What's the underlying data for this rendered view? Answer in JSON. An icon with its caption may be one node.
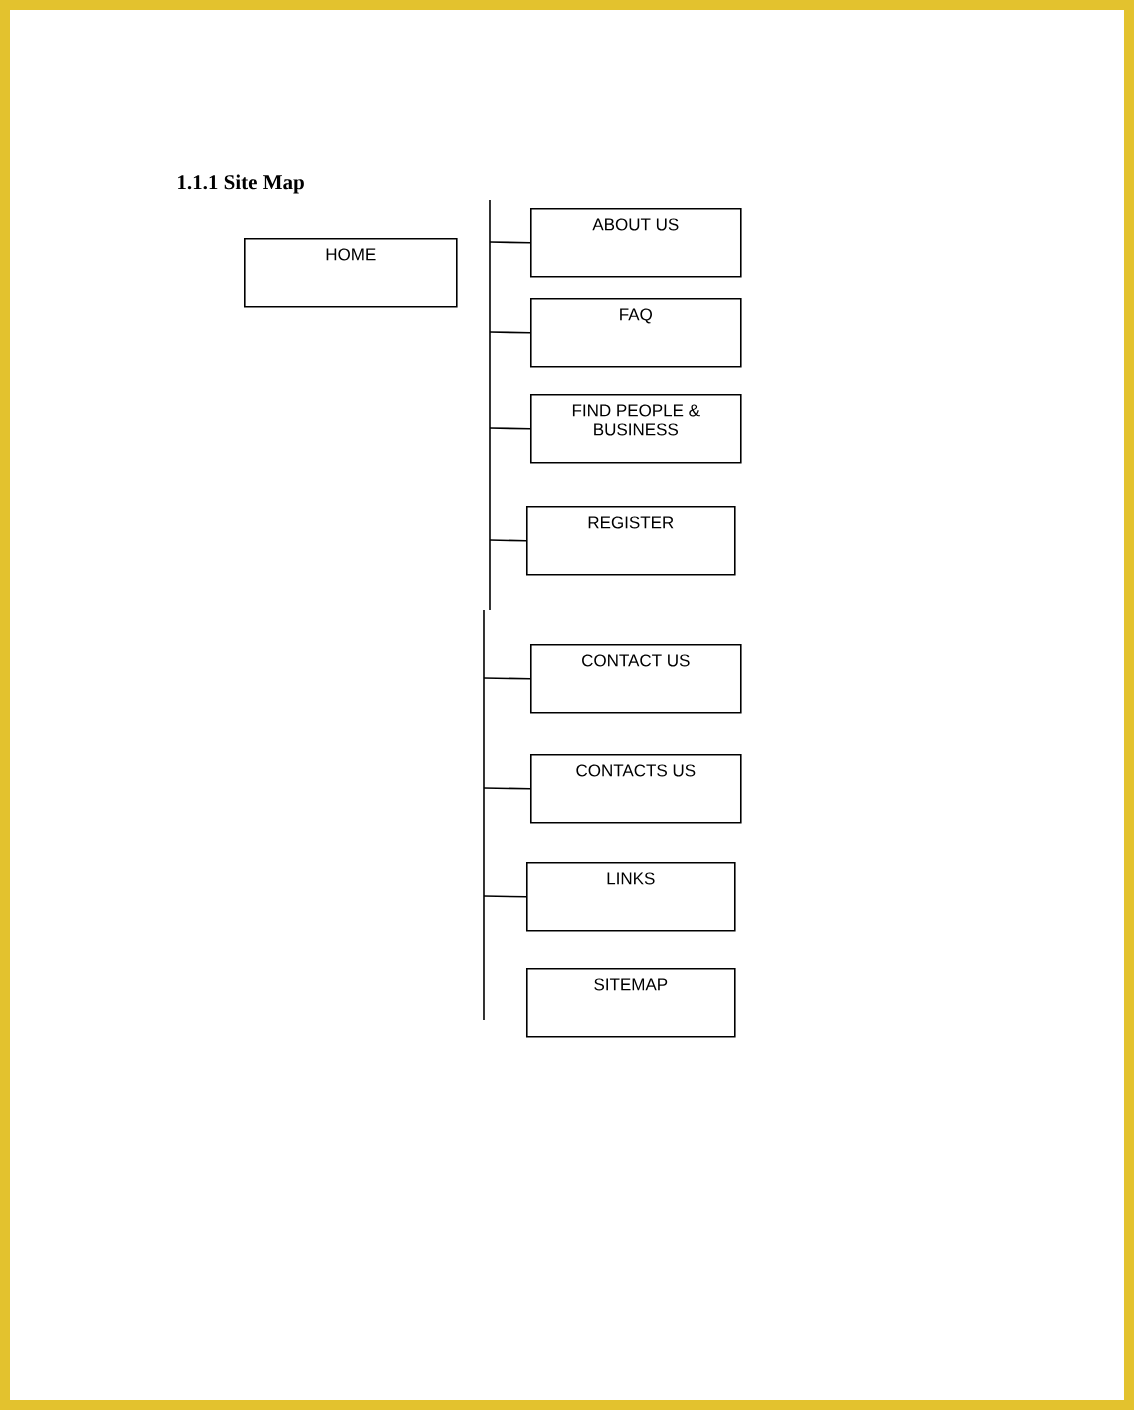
{
  "diagram": {
    "title": "1.1.1 Site Map",
    "nodes": [
      {
        "text": [
          "HOME"
        ]
      },
      {
        "text": [
          "ABOUT US"
        ]
      },
      {
        "text": [
          "FAQ"
        ]
      },
      {
        "text": [
          "FIND PEOPLE & BUSINESS"
        ]
      },
      {
        "text": [
          "REGISTER"
        ]
      },
      {
        "text": [
          "CONTACT US"
        ]
      },
      {
        "text": [
          "CONTACTS US"
        ]
      },
      {
        "text": [
          "LINKS"
        ]
      },
      {
        "text": [
          "SITEMAP"
        ]
      }
    ],
    "edges": [
      {
        "from": null,
        "to": 1,
        "arrow": "none"
      },
      {
        "from": null,
        "to": 2,
        "arrow": "none"
      },
      {
        "from": null,
        "to": 3,
        "arrow": "none"
      },
      {
        "from": null,
        "to": 4,
        "arrow": "none"
      },
      {
        "from": null,
        "to": 5,
        "arrow": "none"
      },
      {
        "from": null,
        "to": 6,
        "arrow": "none"
      },
      {
        "from": null,
        "to": 7,
        "arrow": "none"
      }
    ]
  }
}
